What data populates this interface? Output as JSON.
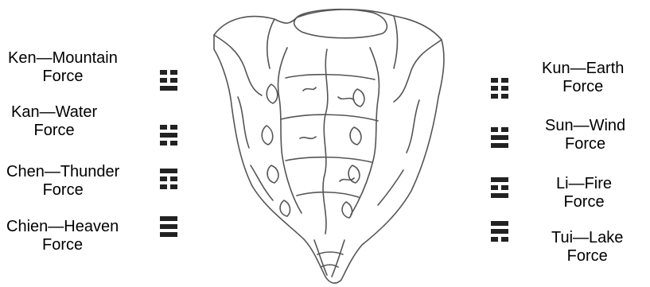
{
  "left_forces": [
    {
      "name": "Ken—Mountain",
      "word": "Force",
      "trigram": [
        0,
        0,
        1
      ]
    },
    {
      "name": "Kan—Water",
      "word": "Force",
      "trigram": [
        0,
        1,
        0
      ]
    },
    {
      "name": "Chen—Thunder",
      "word": "Force",
      "trigram": [
        1,
        0,
        0
      ]
    },
    {
      "name": "Chien—Heaven",
      "word": "Force",
      "trigram": [
        1,
        1,
        1
      ]
    }
  ],
  "right_forces": [
    {
      "name": "Kun—Earth",
      "word": "Force",
      "trigram": [
        0,
        0,
        0
      ]
    },
    {
      "name": "Sun—Wind",
      "word": "Force",
      "trigram": [
        0,
        1,
        1
      ]
    },
    {
      "name": "Li—Fire",
      "word": "Force",
      "trigram": [
        1,
        0,
        1
      ]
    },
    {
      "name": "Tui—Lake",
      "word": "Force",
      "trigram": [
        1,
        1,
        0
      ]
    }
  ],
  "illustration": {
    "subject": "sacrum",
    "stroke_color": "#555555"
  }
}
